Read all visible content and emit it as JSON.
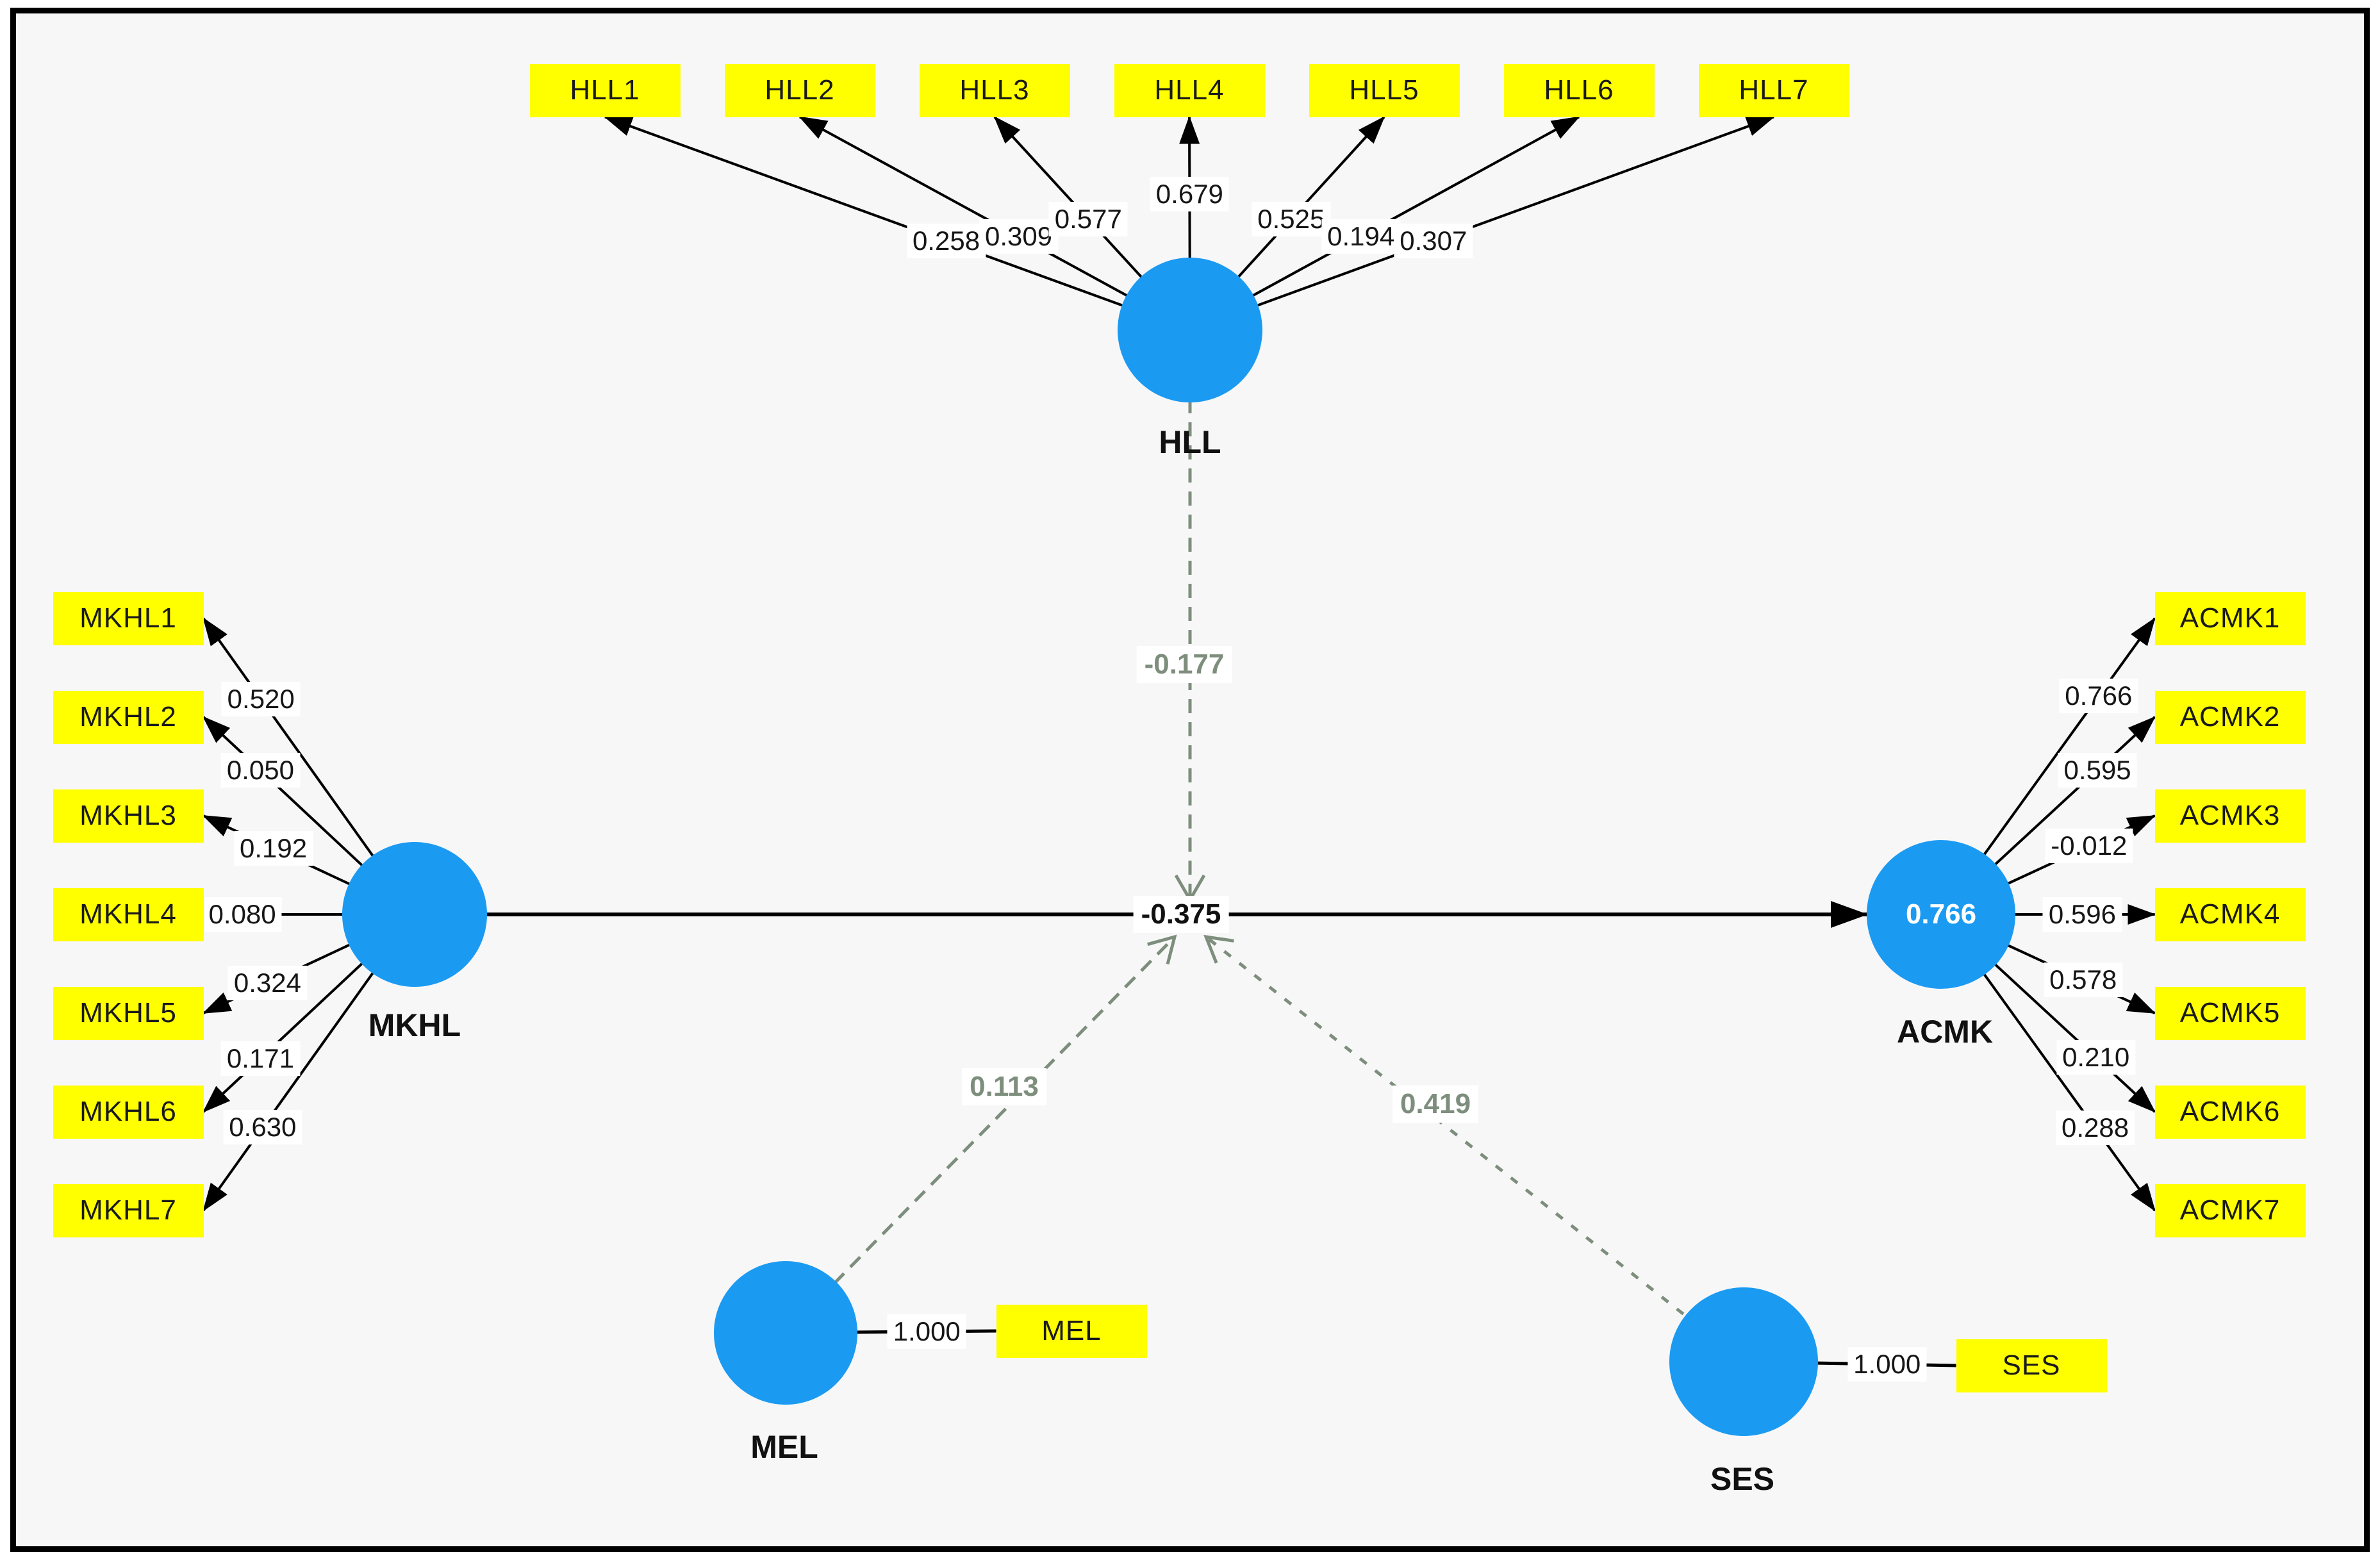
{
  "diagram_type": "PLS-SEM path model",
  "colors": {
    "construct_fill": "#1b9af2",
    "indicator_fill": "#ffff00",
    "moderation_path": "#7d8e7c",
    "solid_path": "#000000",
    "frame": "#000000",
    "background": "#f7f7f8"
  },
  "constructs": [
    {
      "id": "HLL",
      "label": "HLL",
      "inner_value": "",
      "indicators": [
        {
          "name": "HLL1",
          "loading": "0.258"
        },
        {
          "name": "HLL2",
          "loading": "0.309"
        },
        {
          "name": "HLL3",
          "loading": "0.577"
        },
        {
          "name": "HLL4",
          "loading": "0.679"
        },
        {
          "name": "HLL5",
          "loading": "0.525"
        },
        {
          "name": "HLL6",
          "loading": "0.194"
        },
        {
          "name": "HLL7",
          "loading": "0.307"
        }
      ]
    },
    {
      "id": "MKHL",
      "label": "MKHL",
      "inner_value": "",
      "indicators": [
        {
          "name": "MKHL1",
          "loading": "0.520"
        },
        {
          "name": "MKHL2",
          "loading": "0.050"
        },
        {
          "name": "MKHL3",
          "loading": "0.192"
        },
        {
          "name": "MKHL4",
          "loading": "0.080"
        },
        {
          "name": "MKHL5",
          "loading": "0.324"
        },
        {
          "name": "MKHL6",
          "loading": "0.171"
        },
        {
          "name": "MKHL7",
          "loading": "0.630"
        }
      ]
    },
    {
      "id": "ACMK",
      "label": "ACMK",
      "inner_value": "0.766",
      "indicators": [
        {
          "name": "ACMK1",
          "loading": "0.766"
        },
        {
          "name": "ACMK2",
          "loading": "0.595"
        },
        {
          "name": "ACMK3",
          "loading": "-0.012"
        },
        {
          "name": "ACMK4",
          "loading": "0.596"
        },
        {
          "name": "ACMK5",
          "loading": "0.578"
        },
        {
          "name": "ACMK6",
          "loading": "0.210"
        },
        {
          "name": "ACMK7",
          "loading": "0.288"
        }
      ]
    },
    {
      "id": "MEL",
      "label": "MEL",
      "inner_value": "",
      "indicators": [
        {
          "name": "MEL",
          "loading": "1.000"
        }
      ]
    },
    {
      "id": "SES",
      "label": "SES",
      "inner_value": "",
      "indicators": [
        {
          "name": "SES",
          "loading": "1.000"
        }
      ]
    }
  ],
  "paths": [
    {
      "id": "mkhl-acmk",
      "from": "MKHL",
      "to": "ACMK",
      "coefficient": "-0.375",
      "style": "solid"
    },
    {
      "id": "hll-mod",
      "from": "HLL",
      "to": "MKHL→ACMK",
      "coefficient": "-0.177",
      "style": "dashed"
    },
    {
      "id": "mel-mod",
      "from": "MEL",
      "to": "MKHL→ACMK",
      "coefficient": "0.113",
      "style": "dashed"
    },
    {
      "id": "ses-mod",
      "from": "SES",
      "to": "MKHL→ACMK",
      "coefficient": "0.419",
      "style": "dashed"
    }
  ]
}
